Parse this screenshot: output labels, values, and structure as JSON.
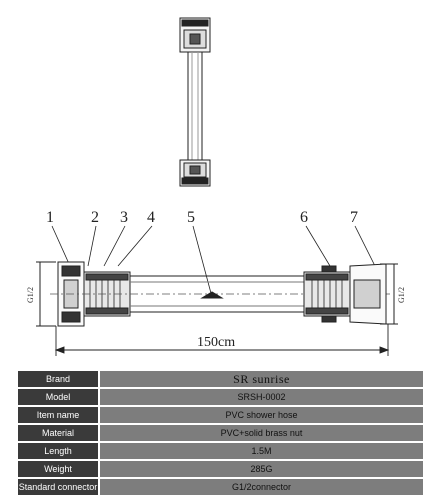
{
  "diagram": {
    "callouts": [
      "1",
      "2",
      "3",
      "4",
      "5",
      "6",
      "7"
    ],
    "thread_label_left": "G1/2",
    "thread_label_right": "G1/2",
    "length_label": "150cm"
  },
  "spec_table": {
    "rows": [
      {
        "key": "Brand",
        "value": "SR sunrise"
      },
      {
        "key": "Model",
        "value": "SRSH-0002"
      },
      {
        "key": "Item name",
        "value": "PVC shower hose"
      },
      {
        "key": "Material",
        "value": "PVC+solid brass nut"
      },
      {
        "key": "Length",
        "value": "1.5M"
      },
      {
        "key": "Weight",
        "value": "285G"
      },
      {
        "key": "Standard connector",
        "value": "G1/2connector"
      }
    ]
  },
  "colors": {
    "key_cell": "#3a3a3a",
    "value_cell": "#7d7d7d",
    "line": "#222222"
  }
}
